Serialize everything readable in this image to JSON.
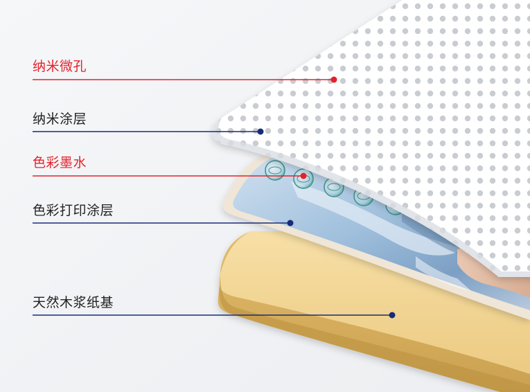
{
  "layers": [
    {
      "label": "纳米微孔",
      "color": "#e8202a"
    },
    {
      "label": "纳米涂层",
      "color": "#1a2a78"
    },
    {
      "label": "色彩墨水",
      "color": "#e8202a"
    },
    {
      "label": "色彩打印涂层",
      "color": "#1a2a78"
    },
    {
      "label": "天然木浆纸基",
      "color": "#1a2a78"
    }
  ]
}
